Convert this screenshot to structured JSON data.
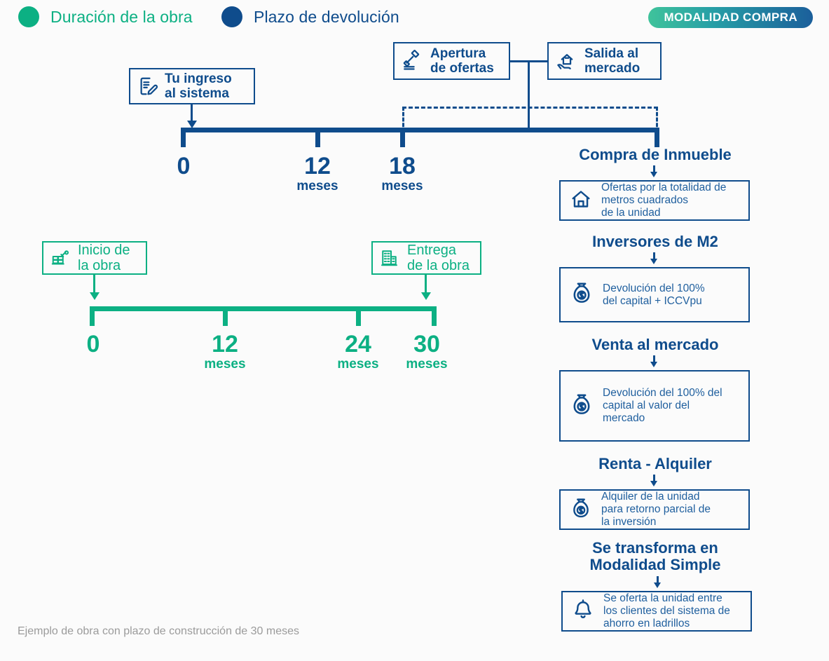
{
  "legend": {
    "items": [
      {
        "label": "Duración de la obra",
        "color": "#0cb083",
        "icon": "circle-icon"
      },
      {
        "label": "Plazo de devolución",
        "color": "#0f4c8c",
        "icon": "circle-icon"
      }
    ]
  },
  "badge": {
    "label": "MODALIDAD COMPRA",
    "gradient_from": "#3fc39b",
    "gradient_to": "#1b5f9b"
  },
  "top_boxes": {
    "ingreso": {
      "label": "Tu ingreso\nal sistema",
      "icon": "document-pencil-icon",
      "color": "#0f4c8c"
    },
    "apertura": {
      "label": "Apertura\nde ofertas",
      "icon": "gavel-icon",
      "color": "#0f4c8c"
    },
    "salida": {
      "label": "Salida al\nmercado",
      "icon": "house-in-hand-icon",
      "color": "#0f4c8c"
    }
  },
  "green_boxes": {
    "inicio": {
      "label": "Inicio de\nla obra",
      "icon": "brick-trowel-icon",
      "color": "#0cb083"
    },
    "entrega": {
      "label": "Entrega\nde la obra",
      "icon": "building-icon",
      "color": "#0cb083"
    }
  },
  "chart_data": {
    "type": "timeline",
    "title": "",
    "timelines": [
      {
        "name": "Plazo de devolución",
        "color": "#0f4c8c",
        "ticks": [
          {
            "num": "0",
            "unit": ""
          },
          {
            "num": "12",
            "unit": "meses"
          },
          {
            "num": "18",
            "unit": "meses"
          }
        ],
        "end_marker": true
      },
      {
        "name": "Duración de la obra",
        "color": "#0cb083",
        "ticks": [
          {
            "num": "0",
            "unit": ""
          },
          {
            "num": "12",
            "unit": "meses"
          },
          {
            "num": "24",
            "unit": "meses"
          },
          {
            "num": "30",
            "unit": "meses"
          }
        ],
        "end_marker": false
      }
    ]
  },
  "right_column": {
    "sections": [
      {
        "heading": "Compra de Inmueble",
        "box": {
          "text": "Ofertas por la totalidad de\nmetros cuadrados\nde la unidad",
          "icon": "home-icon"
        }
      },
      {
        "heading": "Inversores de M2",
        "box": {
          "text": "Devolución del 100%\ndel capital + ICCVpu",
          "icon": "money-bag-icon"
        }
      },
      {
        "heading": "Venta al mercado",
        "box": {
          "text": "Devolución del 100% del\ncapital al valor del\nmercado",
          "icon": "money-bag-icon"
        }
      },
      {
        "heading": "Renta - Alquiler",
        "box": {
          "text": "Alquiler de la unidad\npara retorno parcial de\nla inversión",
          "icon": "money-bag-icon"
        }
      },
      {
        "heading": "Se transforma en\nModalidad Simple",
        "box": {
          "text": "Se oferta la unidad entre\nlos clientes del sistema de\nahorro en ladrillos",
          "icon": "bell-icon"
        }
      }
    ]
  },
  "footer": {
    "note": "Ejemplo de obra con plazo de construcción de 30 meses"
  }
}
